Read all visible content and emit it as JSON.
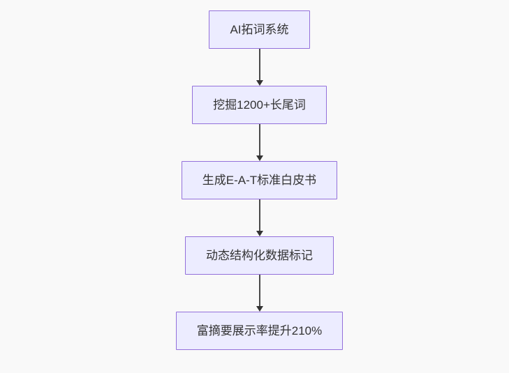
{
  "diagram": {
    "type": "flowchart",
    "direction": "top-down",
    "nodes": [
      {
        "id": "step-1",
        "label": "AI拓词系统"
      },
      {
        "id": "step-2",
        "label": "挖掘1200+长尾词"
      },
      {
        "id": "step-3",
        "label": "生成E-A-T标准白皮书"
      },
      {
        "id": "step-4",
        "label": "动态结构化数据标记"
      },
      {
        "id": "step-5",
        "label": "富摘要展示率提升210%"
      }
    ],
    "edges": [
      {
        "from": "step-1",
        "to": "step-2",
        "arrow": "down"
      },
      {
        "from": "step-2",
        "to": "step-3",
        "arrow": "down"
      },
      {
        "from": "step-3",
        "to": "step-4",
        "arrow": "down"
      },
      {
        "from": "step-4",
        "to": "step-5",
        "arrow": "down"
      }
    ],
    "colors": {
      "background": "#f9f9f9",
      "node_fill": "#ececff",
      "node_border": "#9370db",
      "edge_line": "#4a4a4a",
      "arrowhead": "#333333",
      "text": "#333333"
    }
  }
}
